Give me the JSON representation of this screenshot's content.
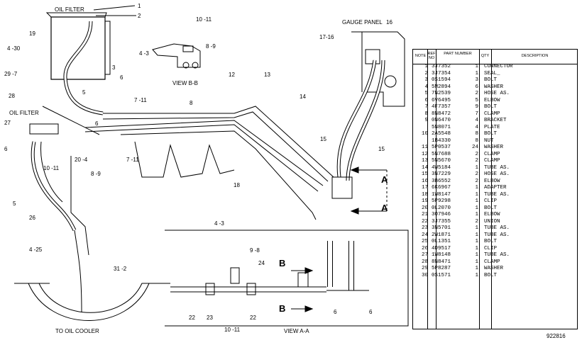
{
  "callouts": {
    "oil_filter_top": "OIL FILTER",
    "oil_filter_left": "OIL FILTER",
    "gauge_panel": "GAUGE PANEL",
    "view_bb": "VIEW B-B",
    "view_aa": "VIEW A-A",
    "to_oil_cooler": "TO OIL COOLER",
    "n1": "1",
    "n2": "2",
    "n3": "3",
    "n19": "19",
    "n4_30": "4 -30",
    "n29_7": "29 -7",
    "n5a": "5",
    "n6a": "6",
    "n6b": "6",
    "n28": "28",
    "n27": "27",
    "n6c": "6",
    "n10_11a": "10 -11",
    "n20_4": "20 -4",
    "n8_9a": "8 -9",
    "n5b": "5",
    "n26": "26",
    "n4_25": "4 -25",
    "n31_2": "31 -2",
    "n10_11b": "10 -11",
    "n4_3a": "4 -3",
    "n8_9b": "8 -9",
    "n7_11a": "7 -11",
    "n8": "8",
    "n7_11b": "7 -11",
    "n12": "12",
    "n13": "13",
    "n14": "14",
    "n18": "18",
    "n15a": "15",
    "n15b": "15",
    "n17_16": "17-16",
    "n16": "16",
    "arrowA_top": "A",
    "arrowA_bot": "A",
    "n4_3b": "4 -3",
    "n9_8": "9 -8",
    "n24": "24",
    "n22a": "22",
    "n23": "23",
    "n22b": "22",
    "n10_11c": "10 -11",
    "n6d": "6",
    "n6e": "6",
    "arrowB_top": "B",
    "arrowB_bot": "B"
  },
  "table": {
    "headers": {
      "note": "NOTE",
      "ref": "REF NO",
      "part": "PART NUMBER",
      "qty": "QTY",
      "desc": "DESCRIPTION"
    },
    "rows": [
      {
        "ref": "1",
        "part": "3J7352",
        "qty": "1",
        "desc": "CONNECTOR"
      },
      {
        "ref": "2",
        "part": "3J7354",
        "qty": "1",
        "desc": "SEAL_"
      },
      {
        "ref": "3",
        "part": "0S1594",
        "qty": "3",
        "desc": "BOLT"
      },
      {
        "ref": "4",
        "part": "5M2894",
        "qty": "6",
        "desc": "WASHER"
      },
      {
        "ref": "5",
        "part": "7N2539",
        "qty": "2",
        "desc": "HOSE AS."
      },
      {
        "ref": "6",
        "part": "6V6495",
        "qty": "5",
        "desc": "ELBOW"
      },
      {
        "ref": "7",
        "part": "4F7357",
        "qty": "9",
        "desc": "BOLT"
      },
      {
        "ref": "8",
        "part": "8N8472",
        "qty": "7",
        "desc": "CLAMP"
      },
      {
        "ref": "9",
        "part": "0N6470",
        "qty": "4",
        "desc": "BRACKET"
      },
      {
        "ref": "",
        "part": "5N8071",
        "qty": "4",
        "desc": "PLATE"
      },
      {
        "ref": "10",
        "part": "2A5548",
        "qty": "8",
        "desc": "BOLT"
      },
      {
        "ref": "",
        "part": "1B4330",
        "qty": "8",
        "desc": "NUT"
      },
      {
        "ref": "11",
        "part": "5P0537",
        "qty": "24",
        "desc": "WASHER"
      },
      {
        "ref": "12",
        "part": "5N7688",
        "qty": "2",
        "desc": "CLAMP"
      },
      {
        "ref": "13",
        "part": "5N5670",
        "qty": "2",
        "desc": "CLAMP"
      },
      {
        "ref": "14",
        "part": "4W5184",
        "qty": "1",
        "desc": "TUBE AS."
      },
      {
        "ref": "15",
        "part": "3N7229",
        "qty": "2",
        "desc": "HOSE AS."
      },
      {
        "ref": "16",
        "part": "3B6552",
        "qty": "2",
        "desc": "ELBOW"
      },
      {
        "ref": "17",
        "part": "6K6967",
        "qty": "1",
        "desc": "ADAPTER"
      },
      {
        "ref": "18",
        "part": "1W8147",
        "qty": "1",
        "desc": "TUBE AS."
      },
      {
        "ref": "19",
        "part": "5P9298",
        "qty": "1",
        "desc": "CLIP"
      },
      {
        "ref": "20",
        "part": "0L2070",
        "qty": "1",
        "desc": "BOLT"
      },
      {
        "ref": "21",
        "part": "3O7946",
        "qty": "1",
        "desc": "ELBOW"
      },
      {
        "ref": "22",
        "part": "3J7355",
        "qty": "2",
        "desc": "UNION"
      },
      {
        "ref": "23",
        "part": "3N5701",
        "qty": "1",
        "desc": "TUBE AS."
      },
      {
        "ref": "24",
        "part": "2W1871",
        "qty": "1",
        "desc": "TUBE AS."
      },
      {
        "ref": "25",
        "part": "0L1351",
        "qty": "1",
        "desc": "BOLT"
      },
      {
        "ref": "26",
        "part": "4D9517",
        "qty": "1",
        "desc": "CLIP"
      },
      {
        "ref": "27",
        "part": "1W8148",
        "qty": "1",
        "desc": "TUBE AS."
      },
      {
        "ref": "28",
        "part": "8N8471",
        "qty": "1",
        "desc": "CLAMP"
      },
      {
        "ref": "29",
        "part": "5P8287",
        "qty": "1",
        "desc": "WASHER"
      },
      {
        "ref": "30",
        "part": "0S1571",
        "qty": "1",
        "desc": "BOLT"
      }
    ]
  },
  "drawing_number": "922816"
}
